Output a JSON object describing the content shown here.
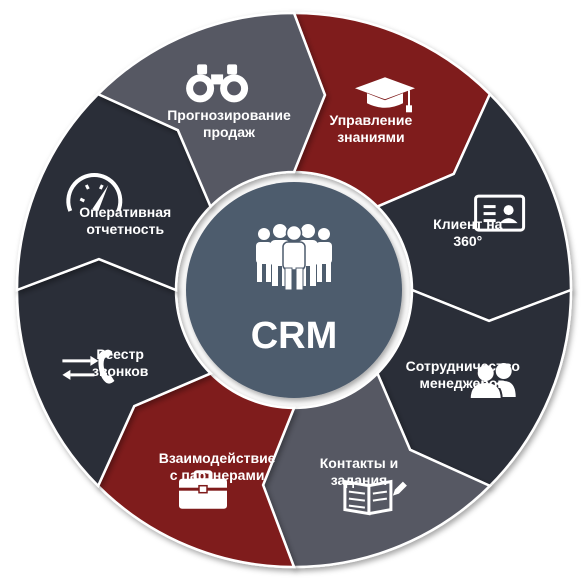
{
  "center": {
    "label": "CRM",
    "icon": "team-icon",
    "color": "#4d5b6d"
  },
  "colors": {
    "dark": "#2c2d37",
    "gray": "#575864",
    "red": "#7f1b1b",
    "icon": "#ffffff"
  },
  "segments": [
    {
      "id": "knowledge",
      "lines": [
        "Управление",
        "знаниями"
      ],
      "icon": "graduation-cap-icon",
      "color": "red"
    },
    {
      "id": "client360",
      "lines": [
        "Клиент на",
        "360°"
      ],
      "icon": "id-card-icon",
      "color": "dark"
    },
    {
      "id": "collaboration",
      "lines": [
        "Сотрудничество",
        "менеджеров"
      ],
      "icon": "people-icon",
      "color": "dark"
    },
    {
      "id": "contacts",
      "lines": [
        "Контакты и",
        "задания"
      ],
      "icon": "notebook-pen-icon",
      "color": "gray"
    },
    {
      "id": "partners",
      "lines": [
        "Взаимодействие",
        "с партнерами"
      ],
      "icon": "briefcase-icon",
      "color": "red"
    },
    {
      "id": "calls",
      "lines": [
        "Реестр",
        "звонков"
      ],
      "icon": "phone-arrows-icon",
      "color": "dark"
    },
    {
      "id": "reports",
      "lines": [
        "Оперативная",
        "отчетность"
      ],
      "icon": "speedometer-icon",
      "color": "dark"
    },
    {
      "id": "forecast",
      "lines": [
        "Прогнозирование",
        "продаж"
      ],
      "icon": "binoculars-icon",
      "color": "gray"
    }
  ]
}
